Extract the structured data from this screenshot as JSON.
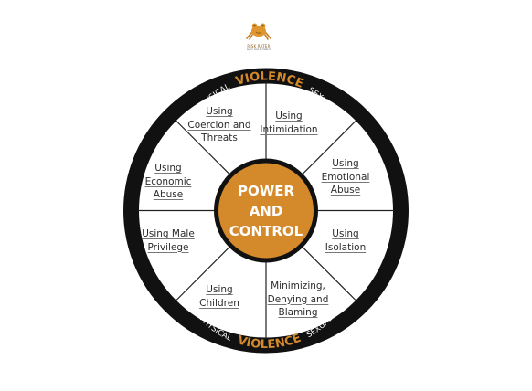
{
  "logo": {
    "icon": "frog-icon",
    "name": "RISK RATER",
    "tagline": "Learn how to Date it"
  },
  "ring": {
    "top": {
      "left_word": "PHYSICAL",
      "center_word": "VIOLENCE",
      "right_word": "SEXUAL"
    },
    "bottom": {
      "left_word": "PHYSICAL",
      "center_word": "VIOLENCE",
      "right_word": "SEXUAL"
    }
  },
  "hub": {
    "line1": "POWER",
    "line2": "AND",
    "line3": "CONTROL"
  },
  "segments": [
    {
      "label": "Using\nIntimidation"
    },
    {
      "label": "Using\nEmotional\nAbuse"
    },
    {
      "label": "Using\nIsolation"
    },
    {
      "label": "Minimizing,\nDenying and\nBlaming"
    },
    {
      "label": "Using\nChildren"
    },
    {
      "label": "Using Male\nPrivilege"
    },
    {
      "label": "Using\nEconomic\nAbuse"
    },
    {
      "label": "Using\nCoercion and\nThreats"
    }
  ],
  "colors": {
    "ring": "#111111",
    "accent": "#d4892a",
    "hub_fill": "#d4892a",
    "hub_ring": "#111111",
    "spoke": "#222222",
    "text": "#2b2b2b"
  }
}
